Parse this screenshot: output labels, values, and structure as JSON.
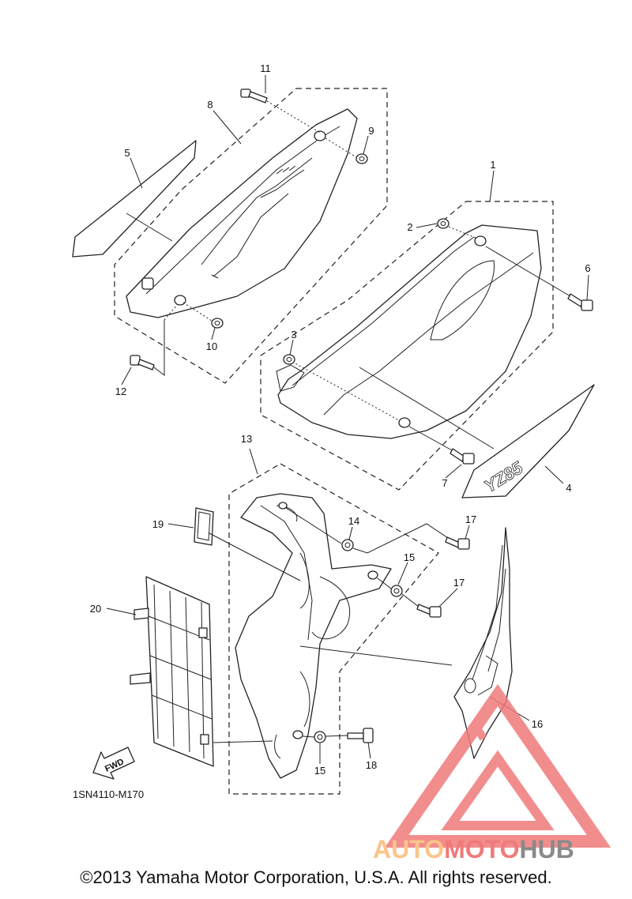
{
  "callouts": [
    "1",
    "2",
    "3",
    "4",
    "5",
    "6",
    "7",
    "8",
    "9",
    "10",
    "11",
    "12",
    "13",
    "14",
    "15",
    "15",
    "16",
    "17",
    "17",
    "18",
    "19",
    "20"
  ],
  "drawing_code": "1SN4110-M170",
  "fwd_label": "FWD",
  "decal_text": "YZ85",
  "watermark": {
    "part1": "AUTO",
    "part2": "MOTO",
    "part3": "HUB",
    "color_light": "#fbc48a",
    "color_red": "#f07a7a",
    "color_gray": "#8a8a8a"
  },
  "copyright": "©2013 Yamaha Motor Corporation, U.S.A. All rights reserved."
}
